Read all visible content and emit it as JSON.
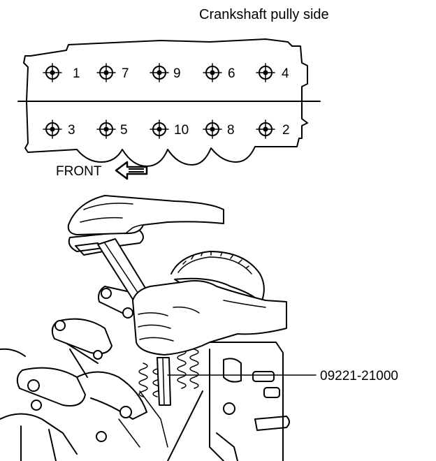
{
  "header": {
    "title": "Crankshaft pully side"
  },
  "direction": {
    "label": "FRONT"
  },
  "tool": {
    "part_number": "09221-21000"
  },
  "bolts": {
    "top_row": [
      "1",
      "7",
      "9",
      "6",
      "4"
    ],
    "bottom_row": [
      "3",
      "5",
      "10",
      "8",
      "2"
    ]
  },
  "icons": {
    "bolt": "bolt-head-icon",
    "arrow": "arrow-left-icon"
  },
  "colors": {
    "ink": "#000000",
    "paper": "#ffffff"
  }
}
